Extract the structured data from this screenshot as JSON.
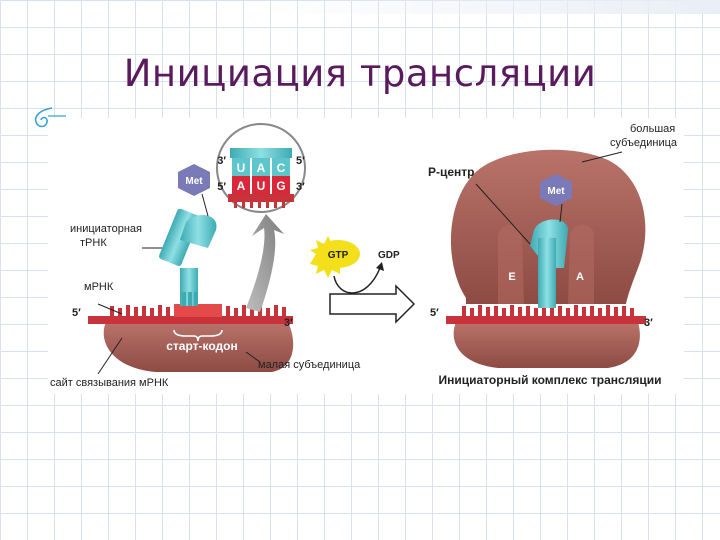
{
  "slide": {
    "title": "Инициация трансляции"
  },
  "left": {
    "codon_3_top": "3′",
    "codon_5_top": "5′",
    "codon_5_bot": "5′",
    "codon_3_bot": "3′",
    "anticodon": [
      "U",
      "A",
      "C"
    ],
    "codon": [
      "A",
      "U",
      "G"
    ],
    "met": "Met",
    "trna_label_1": "инициаторная",
    "trna_label_2": "тРНК",
    "mrna_label": "мРНК",
    "mrna_5": "5′",
    "mrna_3": "3′",
    "start_codon": "старт-кодон",
    "small_subunit": "малая субъединица",
    "binding_site": "сайт связывания мРНК"
  },
  "middle": {
    "gtp": "GTP",
    "gdp": "GDP"
  },
  "right": {
    "large_1": "большая",
    "large_2": "субъединица",
    "p_site": "Р-центр",
    "met": "Met",
    "e_site": "E",
    "a_site": "A",
    "mrna_5": "5′",
    "mrna_3": "3′",
    "caption": "Инициаторный комплекс трансляции"
  },
  "colors": {
    "title": "#5a1a5e",
    "ribosome": "#a0574f",
    "trna": "#5dc6cc",
    "mrna": "#c8323a",
    "met": "#7a7ab8",
    "gtp": "#f3df1a"
  }
}
